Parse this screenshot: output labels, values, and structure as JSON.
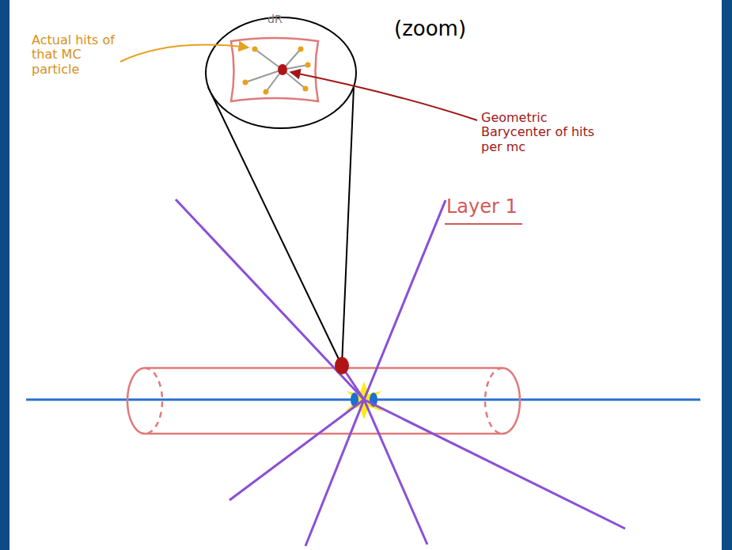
{
  "diagram": {
    "labels": [
      "(zoom)",
      "Actual hits of that MC particle",
      "Geometric Barycenter of hits per mc",
      "dR",
      "Layer 1"
    ]
  }
}
